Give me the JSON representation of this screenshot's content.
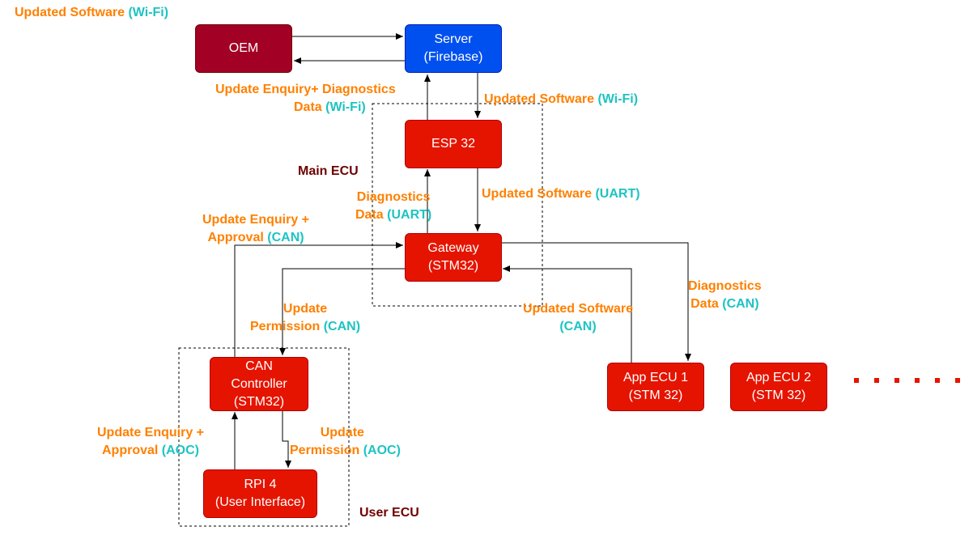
{
  "nodes": {
    "oem": "OEM",
    "server": "Server\n(Firebase)",
    "esp32": "ESP 32",
    "gateway": "Gateway\n(STM32)",
    "can_controller": "CAN\nController\n(STM32)",
    "rpi4": "RPI 4\n(User Interface)",
    "app_ecu_1": "App ECU 1\n(STM 32)",
    "app_ecu_2": "App ECU 2\n(STM 32)"
  },
  "groups": {
    "main_ecu": "Main ECU",
    "user_ecu": "User ECU"
  },
  "labels": {
    "oem_out": {
      "l1o": "Updated Software ",
      "l1c": "(Wi-Fi)"
    },
    "enquiry_wifi": {
      "l1o": "Update Enquiry+ Diagnostics",
      "l2o": "Data ",
      "l2c": "(Wi-Fi)"
    },
    "server_to_esp": {
      "l1o": "Updated Software ",
      "l1c": "(Wi-Fi)"
    },
    "diag_uart": {
      "l1o": "Diagnostics",
      "l2o": "Data ",
      "l2c": "(UART)"
    },
    "sw_uart": {
      "l1o": "Updated Software ",
      "l1c": "(UART)"
    },
    "enquiry_can": {
      "l1o": "Update Enquiry +",
      "l2o": "Approval ",
      "l2c": "(CAN)"
    },
    "permission_can": {
      "l1o": "Update",
      "l2o": "Permission ",
      "l2c": "(CAN)"
    },
    "sw_can": {
      "l1o": "Updated Software",
      "l2c": "(CAN)"
    },
    "diag_can": {
      "l1o": "Diagnostics",
      "l2o": "Data ",
      "l2c": "(CAN)"
    },
    "enquiry_aoc": {
      "l1o": "Update Enquiry +",
      "l2o": "Approval ",
      "l2c": "(AOC)"
    },
    "permission_aoc": {
      "l1o": "Update",
      "l2o": "Permission ",
      "l2c": "(AOC)"
    }
  },
  "colors": {
    "node_red": "#e51400",
    "node_blue": "#0050ef",
    "node_dark_red": "#a20025",
    "label_orange": "#ff8000",
    "label_cyan": "#1ec3c3",
    "group_label": "#6f0000"
  },
  "continuation_marker": "more app ECUs (dotted)"
}
